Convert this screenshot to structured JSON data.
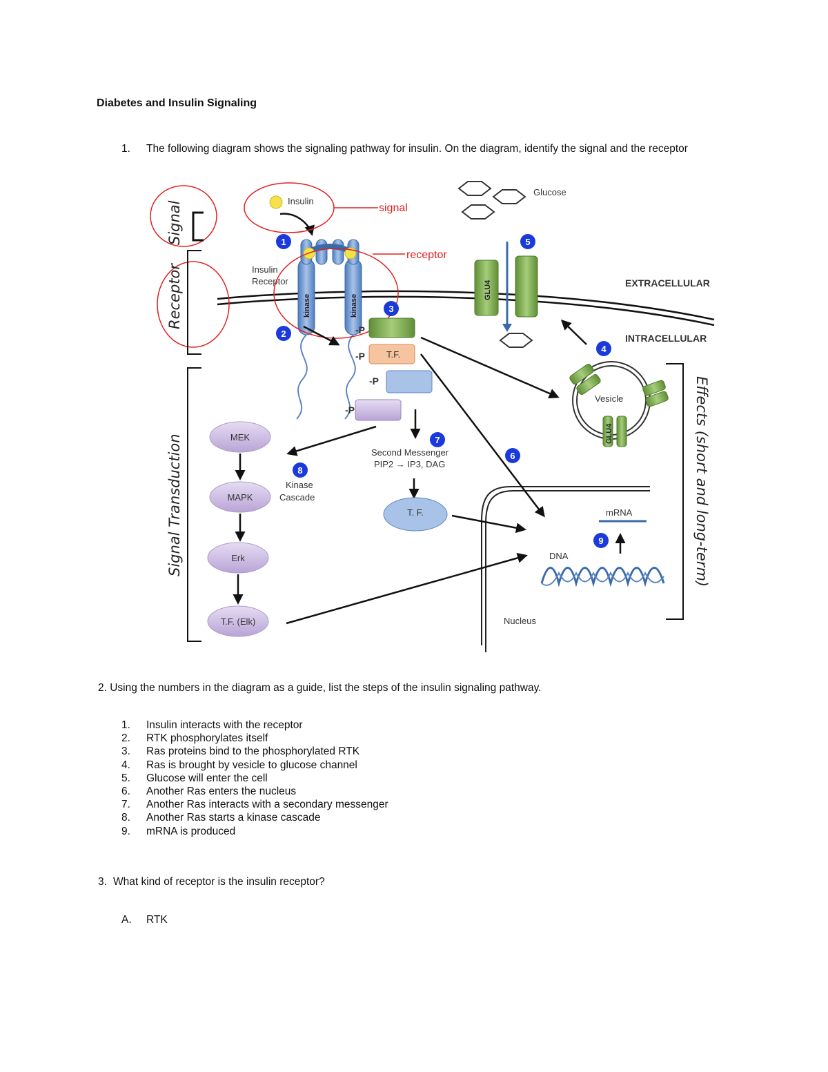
{
  "document": {
    "title": "Diabetes and Insulin Signaling"
  },
  "q1": {
    "number": "1.",
    "text": "The following diagram shows the signaling pathway for insulin. On the diagram, identify the signal and the receptor"
  },
  "diagram": {
    "insulin": "Insulin",
    "signal": "signal",
    "receptor": "receptor",
    "insulin_receptor_line1": "Insulin",
    "insulin_receptor_line2": "Receptor",
    "kinase": "kinase",
    "glucose": "Glucose",
    "glu4": "GLU4",
    "extracellular": "EXTRACELLULAR",
    "intracellular": "INTRACELLULAR",
    "p": "-P",
    "tf": "T.F.",
    "tf2": "T. F.",
    "vesicle": "Vesicle",
    "mek": "MEK",
    "mapk": "MAPK",
    "erk": "Erk",
    "tf_elk": "T.F. (Elk)",
    "kinase_cascade_line1": "Kinase",
    "kinase_cascade_line2": "Cascade",
    "second_messenger_line1": "Second Messenger",
    "second_messenger_line2": "PIP2 → IP3, DAG",
    "mrna": "mRNA",
    "dna": "DNA",
    "nucleus": "Nucleus",
    "hand_signal": "Signal",
    "hand_receptor": "Receptor",
    "hand_transduction": "Signal Transduction",
    "hand_effects": "Effects (short and long-term)",
    "badges": [
      "1",
      "2",
      "3",
      "4",
      "5",
      "6",
      "7",
      "8",
      "9"
    ]
  },
  "q2": {
    "text": "2. Using the numbers in the diagram as a guide, list the steps of the insulin signaling pathway."
  },
  "steps": [
    {
      "n": "1.",
      "text": "Insulin interacts with the receptor"
    },
    {
      "n": "2.",
      "text": "RTK phosphorylates itself"
    },
    {
      "n": "3.",
      "text": "Ras proteins bind to the phosphorylated RTK"
    },
    {
      "n": "4.",
      "text": "Ras is brought by vesicle to glucose channel"
    },
    {
      "n": "5.",
      "text": "Glucose will enter the cell"
    },
    {
      "n": "6.",
      "text": "Another Ras enters the nucleus"
    },
    {
      "n": "7.",
      "text": "Another Ras interacts with a secondary messenger"
    },
    {
      "n": "8.",
      "text": "Another Ras starts a kinase cascade"
    },
    {
      "n": "9.",
      "text": "mRNA is produced"
    }
  ],
  "q3": {
    "number": "3.",
    "text": "What kind of receptor is the insulin receptor?"
  },
  "answer": {
    "letter": "A.",
    "text": "RTK"
  },
  "colors": {
    "red": "#e02020",
    "receptor_blue": "#6b96cc",
    "glut_green": "#79a64c",
    "badge_blue": "#1a3adb",
    "purple": "#c9b8e0"
  }
}
